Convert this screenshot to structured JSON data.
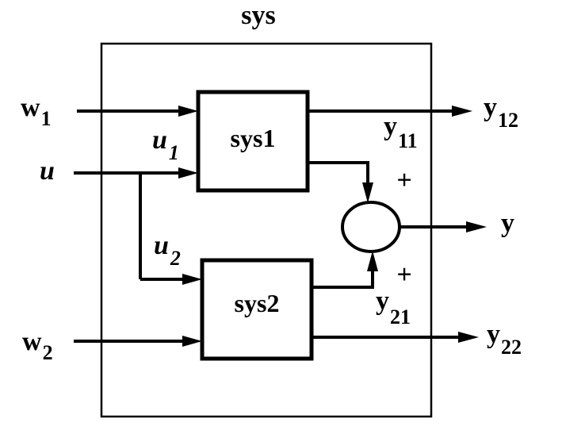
{
  "diagram": {
    "outer_title": "sys",
    "blocks": {
      "sys1": "sys1",
      "sys2": "sys2"
    },
    "inputs": {
      "w1": {
        "base": "w",
        "sub": "1"
      },
      "u": {
        "base": "u"
      },
      "w2": {
        "base": "w",
        "sub": "2"
      }
    },
    "internal": {
      "u1": {
        "base": "u",
        "sub": "1"
      },
      "u2": {
        "base": "u",
        "sub": "2"
      },
      "y11": {
        "base": "y",
        "sub": "11"
      },
      "y21": {
        "base": "y",
        "sub": "21"
      }
    },
    "outputs": {
      "y12": {
        "base": "y",
        "sub": "12"
      },
      "y": {
        "base": "y"
      },
      "y22": {
        "base": "y",
        "sub": "22"
      }
    },
    "summing_signs": {
      "top": "+",
      "bottom": "+"
    }
  }
}
